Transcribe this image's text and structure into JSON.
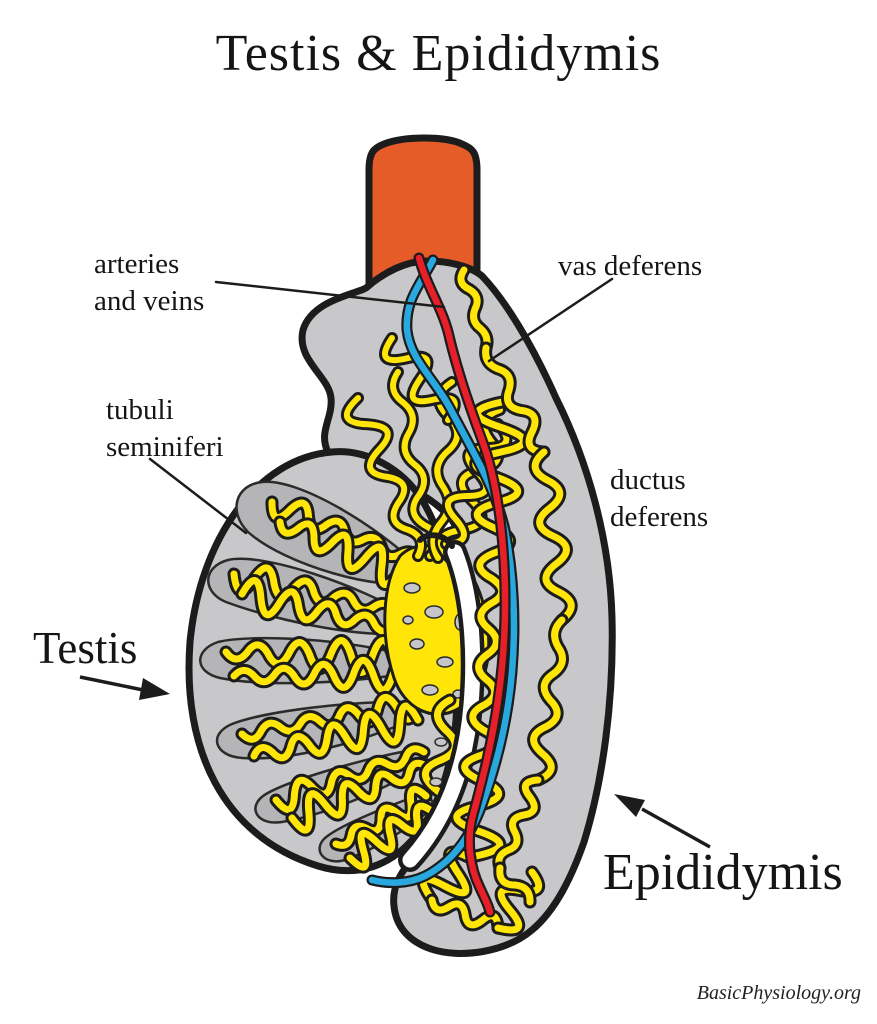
{
  "title": "Testis & Epididymis",
  "credit": "BasicPhysiology.org",
  "labels": {
    "arteries_veins_line1": "arteries",
    "arteries_veins_line2": "and veins",
    "vas_deferens": "vas deferens",
    "tubuli_line1": "tubuli",
    "tubuli_line2": "seminiferi",
    "ductus_line1": "ductus",
    "ductus_line2": "deferens",
    "testis": "Testis",
    "epididymis": "Epididymis"
  },
  "colors": {
    "cord_orange": "#E55C28",
    "tissue_gray": "#C8C8CA",
    "lobule_gray": "#B5B5B7",
    "duct_yellow": "#FFE608",
    "artery_red": "#E61F28",
    "vein_blue": "#29A8DF",
    "outline_black": "#1C1C1C",
    "background": "#FFFFFF"
  }
}
